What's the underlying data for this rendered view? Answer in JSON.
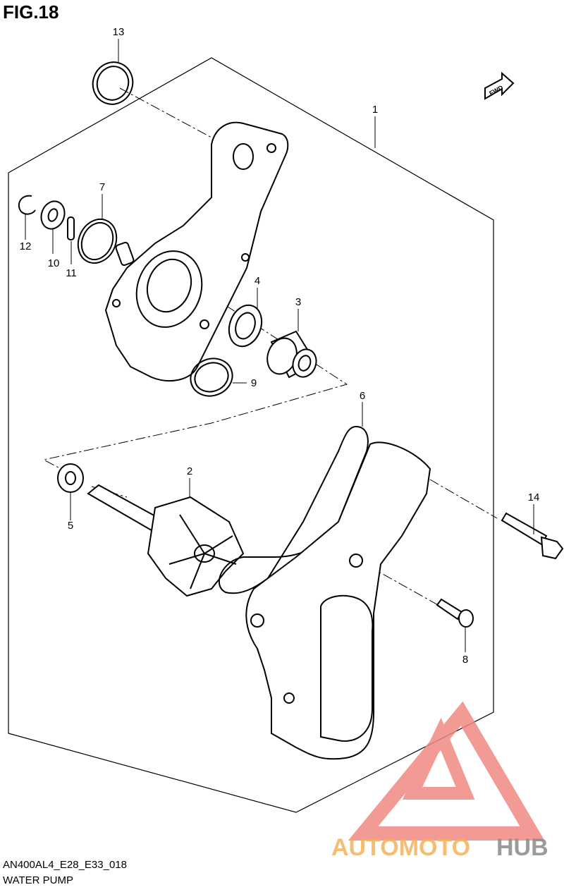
{
  "figure": {
    "title": "FIG.18",
    "code": "AN400AL4_E28_E33_018",
    "caption": "WATER PUMP"
  },
  "direction_arrow": {
    "label": "FWD"
  },
  "parts": [
    {
      "number": "1"
    },
    {
      "number": "2"
    },
    {
      "number": "3"
    },
    {
      "number": "4"
    },
    {
      "number": "5"
    },
    {
      "number": "6"
    },
    {
      "number": "7"
    },
    {
      "number": "8"
    },
    {
      "number": "9"
    },
    {
      "number": "10"
    },
    {
      "number": "11"
    },
    {
      "number": "12"
    },
    {
      "number": "13"
    },
    {
      "number": "14"
    }
  ],
  "watermark": {
    "brand_left": "AUTOMOTO",
    "brand_right": "HUB",
    "colors": {
      "logo": "#f08a82",
      "orange": "#f5b25a",
      "gray": "#8a8a8a"
    }
  }
}
